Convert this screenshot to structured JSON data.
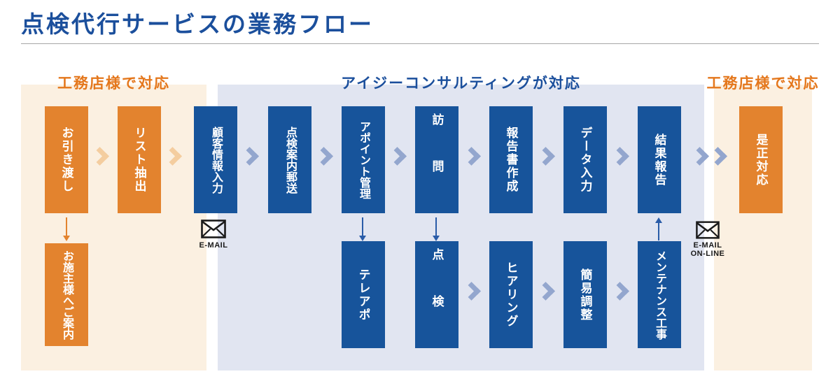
{
  "page": {
    "title": "点検代行サービスの業務フロー"
  },
  "sections": {
    "left": {
      "label": "工務店様で対応"
    },
    "middle": {
      "label": "アイジーコンサルティングが対応"
    },
    "right": {
      "label": "工務店様で対応"
    }
  },
  "flow": {
    "top": [
      {
        "label": "お引き渡し"
      },
      {
        "label": "リスト抽出"
      },
      {
        "label": "顧客情報入力"
      },
      {
        "label": "点検案内郵送"
      },
      {
        "label": "アポイント管理"
      },
      {
        "label": "訪問"
      },
      {
        "label": "報告書作成"
      },
      {
        "label": "データ入力"
      },
      {
        "label": "結果報告"
      },
      {
        "label": "是正対応"
      }
    ],
    "bottom": [
      {
        "label": "お施主様へご案内"
      },
      {
        "label": "テレアポ"
      },
      {
        "label": "点検"
      },
      {
        "label": "ヒアリング"
      },
      {
        "label": "簡易調整"
      },
      {
        "label": "メンテナンス工事"
      }
    ]
  },
  "icons": {
    "email1": {
      "label": "E-MAIL"
    },
    "email2": {
      "label_line1": "E-MAIL",
      "label_line2": "ON-LINE"
    }
  },
  "colors": {
    "title_blue": "#1B4F9C",
    "box_blue": "#17549B",
    "box_orange": "#E3832E",
    "header_orange": "#E4771C",
    "panel_cream": "#FBF0E1",
    "panel_bluegray": "#E1E5F1",
    "chevron_orange": "#F4CD9F",
    "chevron_blue": "#93A6CE",
    "arrow_blue": "#2A5CA8"
  }
}
